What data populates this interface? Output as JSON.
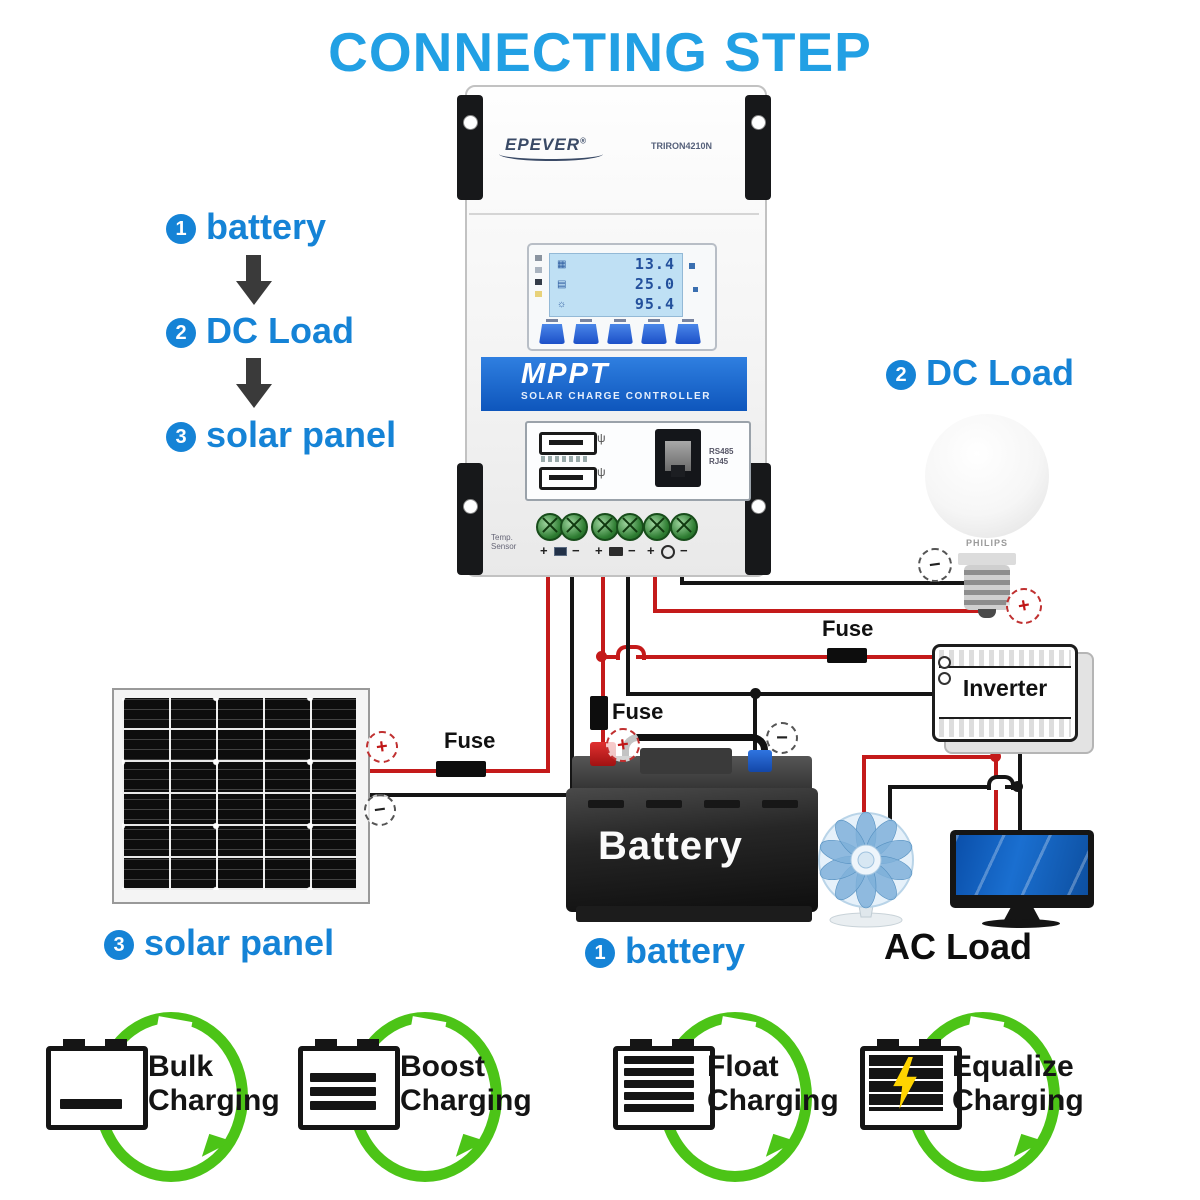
{
  "title": "CONNECTING STEP",
  "steps": [
    {
      "num": "1",
      "label": "battery"
    },
    {
      "num": "2",
      "label": "DC Load"
    },
    {
      "num": "3",
      "label": "solar panel"
    }
  ],
  "controller": {
    "brand": "EPEVER",
    "brand_reg": "®",
    "model": "TRIRON4210N",
    "banner_title": "MPPT",
    "banner_subtitle": "SOLAR CHARGE CONTROLLER",
    "lcd_rows": [
      {
        "icon": "solar-panel-icon",
        "glyph": "▦",
        "value": "13.4"
      },
      {
        "icon": "battery-icon",
        "glyph": "▤",
        "value": "25.0"
      },
      {
        "icon": "dc-load-icon",
        "glyph": "☼",
        "value": "95.4"
      }
    ],
    "usb_symbol": "ψ",
    "rj45_label_1": "RS485",
    "rj45_label_2": "RJ45",
    "temp_label_1": "Temp.",
    "temp_label_2": "Sensor"
  },
  "section_labels": {
    "dc_load": {
      "num": "2",
      "text": "DC Load"
    },
    "battery": {
      "num": "1",
      "text": "battery"
    },
    "solar_panel": {
      "num": "3",
      "text": "solar panel"
    },
    "ac_load": "AC Load"
  },
  "devices": {
    "battery_text": "Battery",
    "inverter_text": "Inverter",
    "bulb_brand": "PHILIPS"
  },
  "wiring": {
    "fuse_label": "Fuse",
    "plus": "+",
    "minus": "−"
  },
  "charging_modes": [
    {
      "line1": "Bulk",
      "line2": "Charging"
    },
    {
      "line1": "Boost",
      "line2": "Charging"
    },
    {
      "line1": "Float",
      "line2": "Charging"
    },
    {
      "line1": "Equalize",
      "line2": "Charging"
    }
  ],
  "colors": {
    "title_blue": "#22a0e4",
    "label_blue": "#1583d6",
    "wire_red": "#c41a1a",
    "wire_black": "#151515",
    "ring_green": "#4cc417",
    "banner_blue": "#0e56bc",
    "lcd_bg": "#bfe0f4"
  }
}
